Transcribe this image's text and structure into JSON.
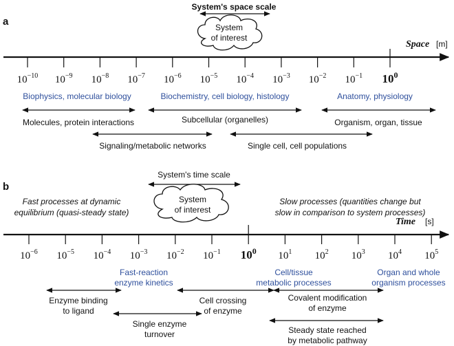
{
  "panel_a": {
    "letter": "a",
    "scale_title": "System's space scale",
    "cloud_line1": "System",
    "cloud_line2": "of interest",
    "axis_label": "Space",
    "axis_unit": "[m]",
    "ticks": [
      {
        "base": "10",
        "exp": "−10"
      },
      {
        "base": "10",
        "exp": "−9"
      },
      {
        "base": "10",
        "exp": "−8"
      },
      {
        "base": "10",
        "exp": "−7"
      },
      {
        "base": "10",
        "exp": "−6"
      },
      {
        "base": "10",
        "exp": "−5"
      },
      {
        "base": "10",
        "exp": "−4"
      },
      {
        "base": "10",
        "exp": "−3"
      },
      {
        "base": "10",
        "exp": "−2"
      },
      {
        "base": "10",
        "exp": "−1"
      },
      {
        "base": "10",
        "exp": "0"
      }
    ],
    "field_biophysics": "Biophysics, molecular biology",
    "field_biochem": "Biochemistry, cell biology, histology",
    "field_anatomy": "Anatomy, physiology",
    "range_molecules": "Molecules, protein interactions",
    "range_subcellular": "Subcellular (organelles)",
    "range_organism": "Organism, organ, tissue",
    "range_signaling": "Signaling/metabolic networks",
    "range_single_cell": "Single cell, cell populations"
  },
  "panel_b": {
    "letter": "b",
    "scale_title": "System's time scale",
    "cloud_line1": "System",
    "cloud_line2": "of interest",
    "axis_label": "Time",
    "axis_unit": "[s]",
    "fast_line1": "Fast processes at dynamic",
    "fast_line2": "equilibrium (quasi-steady state)",
    "slow_line1": "Slow processes (quantities change but",
    "slow_line2": "slow in comparison to system processes)",
    "ticks": [
      {
        "base": "10",
        "exp": "−6"
      },
      {
        "base": "10",
        "exp": "−5"
      },
      {
        "base": "10",
        "exp": "−4"
      },
      {
        "base": "10",
        "exp": "−3"
      },
      {
        "base": "10",
        "exp": "−2"
      },
      {
        "base": "10",
        "exp": "−1"
      },
      {
        "base": "10",
        "exp": "0"
      },
      {
        "base": "10",
        "exp": "1"
      },
      {
        "base": "10",
        "exp": "2"
      },
      {
        "base": "10",
        "exp": "3"
      },
      {
        "base": "10",
        "exp": "4"
      },
      {
        "base": "10",
        "exp": "5"
      }
    ],
    "fast_reaction_line1": "Fast-reaction",
    "fast_reaction_line2": "enzyme kinetics",
    "cell_tissue_line1": "Cell/tissue",
    "cell_tissue_line2": "metabolic processes",
    "organ_line1": "Organ and whole",
    "organ_line2": "organism processes",
    "binding_line1": "Enzyme binding",
    "binding_line2": "to ligand",
    "crossing_line1": "Cell crossing",
    "crossing_line2": "of enzyme",
    "covalent_line1": "Covalent modification",
    "covalent_line2": "of enzyme",
    "turnover_line1": "Single enzyme",
    "turnover_line2": "turnover",
    "steady_line1": "Steady state reached",
    "steady_line2": "by metabolic pathway"
  }
}
